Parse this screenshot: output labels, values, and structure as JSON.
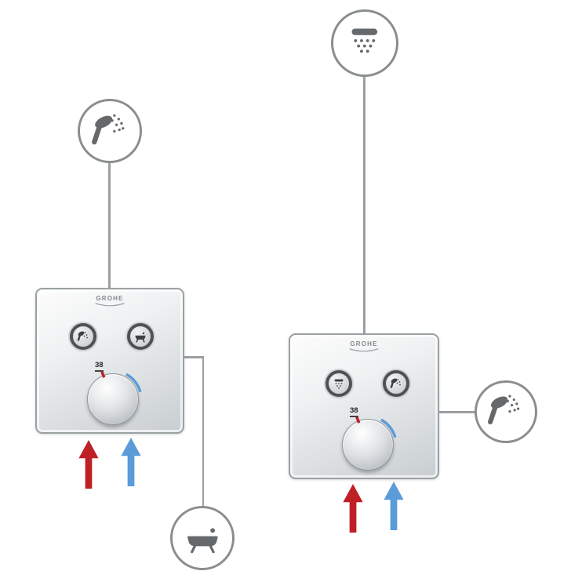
{
  "panels": [
    {
      "logo": "GROHE",
      "temperature": "38",
      "buttons": [
        {
          "icon": "hand-shower-mini-icon"
        },
        {
          "icon": "bathtub-mini-icon"
        }
      ]
    },
    {
      "logo": "GROHE",
      "temperature": "38",
      "buttons": [
        {
          "icon": "head-shower-mini-icon"
        },
        {
          "icon": "hand-shower-mini-icon"
        }
      ]
    }
  ],
  "outlets": [
    {
      "icon": "hand-shower-icon"
    },
    {
      "icon": "bathtub-icon"
    },
    {
      "icon": "head-shower-icon"
    },
    {
      "icon": "hand-shower-icon"
    }
  ],
  "colors": {
    "hot": "#be2026",
    "cold": "#5b9bd8",
    "line": "#9b9fa2",
    "icon": "#66696c"
  }
}
